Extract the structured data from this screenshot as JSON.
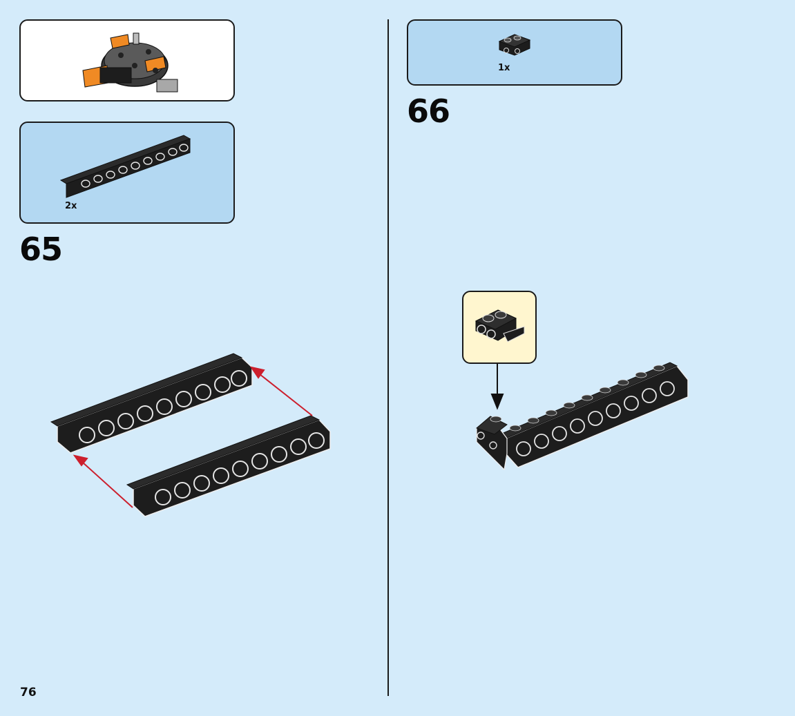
{
  "page": {
    "number": "76"
  },
  "colors": {
    "background": "#d4ebfa",
    "parts_box": "#b3d8f2",
    "callout": "#fff6cf",
    "arrow": "#cc1f2d",
    "brick": "#1d1d1d",
    "accent": "#f08a24"
  },
  "left_column": {
    "submodel_preview": {
      "icon": "assembled-submodel-image"
    },
    "parts_list": {
      "items": [
        {
          "part": "black-technic-brick-1x10",
          "quantity": "2x"
        }
      ]
    },
    "step": {
      "number": "65"
    }
  },
  "right_column": {
    "parts_list": {
      "items": [
        {
          "part": "black-bracket-1x2-2x2",
          "quantity": "1x"
        }
      ]
    },
    "step": {
      "number": "66"
    },
    "callout": {
      "icon": "bracket-part-image"
    }
  }
}
